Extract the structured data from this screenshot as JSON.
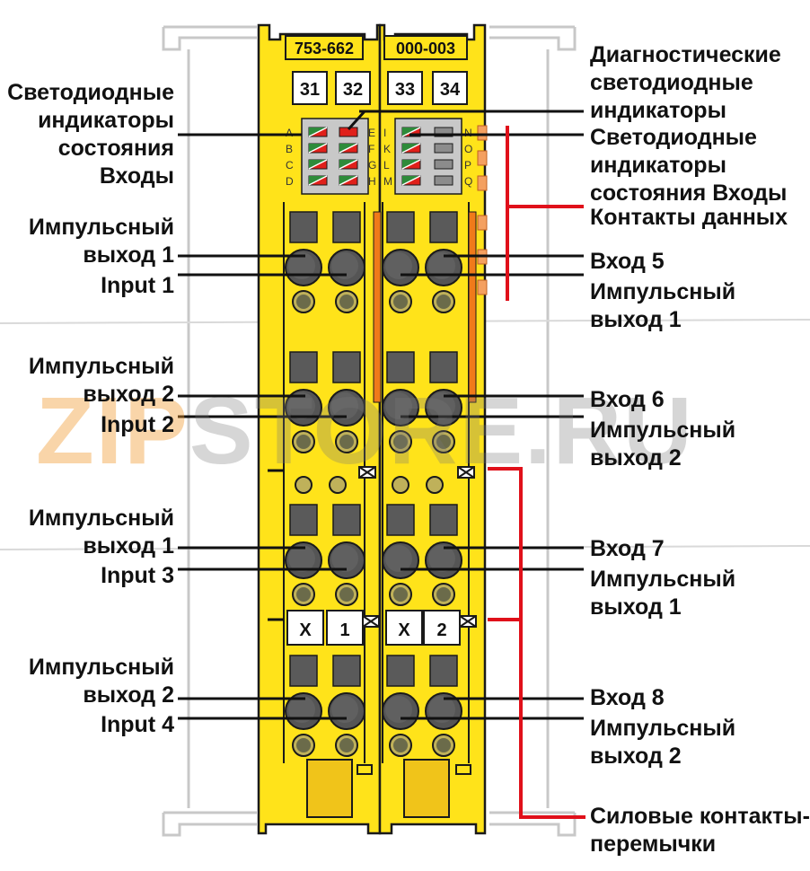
{
  "module": {
    "left_header": "753-662",
    "right_header": "000-003",
    "slot_numbers": [
      "31",
      "32",
      "33",
      "34"
    ],
    "led_letters_left": [
      "A",
      "B",
      "C",
      "D"
    ],
    "led_letters_mid_left": [
      "E",
      "F",
      "G",
      "H"
    ],
    "led_letters_mid_right": [
      "I",
      "K",
      "L",
      "M"
    ],
    "led_letters_right": [
      "N",
      "O",
      "P",
      "Q"
    ],
    "marker_left": [
      "X",
      "1"
    ],
    "marker_right": [
      "X",
      "2"
    ]
  },
  "labels_left": {
    "status_leds": [
      "Светодиодные",
      "индикаторы",
      "состояния",
      "Входы"
    ],
    "pulse_out_1a": [
      "Импульсный",
      "выход 1"
    ],
    "input_1": "Input 1",
    "pulse_out_2a": [
      "Импульсный",
      "выход 2"
    ],
    "input_2": "Input 2",
    "pulse_out_1b": [
      "Импульсный",
      "выход 1"
    ],
    "input_3": "Input 3",
    "pulse_out_2b": [
      "Импульсный",
      "выход 2"
    ],
    "input_4": "Input 4"
  },
  "labels_right": {
    "diag_leds": [
      "Диагностические",
      "светодиодные",
      "индикаторы"
    ],
    "status_leds": [
      "Светодиодные",
      "индикаторы",
      "состояния Входы"
    ],
    "data_contacts": "Контакты данных",
    "input_5": "Вход 5",
    "pulse_out_1a": [
      "Импульсный",
      "выход 1"
    ],
    "input_6": "Вход 6",
    "pulse_out_2a": [
      "Импульсный",
      "выход 2"
    ],
    "input_7": "Вход 7",
    "pulse_out_1b": [
      "Импульсный",
      "выход 1"
    ],
    "input_8": "Вход 8",
    "pulse_out_2b": [
      "Импульсный",
      "выход 2"
    ],
    "power_jumpers": [
      "Силовые контакты-",
      "перемычки"
    ]
  },
  "watermark": {
    "part1": "ZIP",
    "part2": "STORE.RU"
  },
  "colors": {
    "module_yellow": "#ffe31a",
    "outline": "#1a1a1a",
    "slot_gray": "#5a5a5a",
    "led_panel": "#c8c8c8",
    "led_green": "#2e8b3a",
    "led_red": "#e0201a",
    "data_contact_orange": "#f07a1a",
    "callout_red": "#e0101a"
  }
}
